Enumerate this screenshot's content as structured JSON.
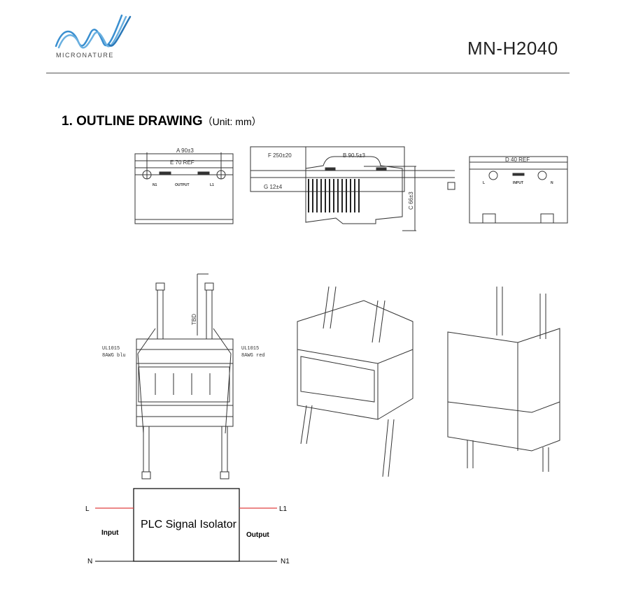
{
  "header": {
    "brand": "MICRONATURE",
    "model": "MN-H2040",
    "brand_color": "#3a8fd0"
  },
  "section": {
    "title": "1. OUTLINE DRAWING",
    "unit": "（Unit: mm）"
  },
  "drawing": {
    "front": {
      "dim_a": "A 90±3",
      "dim_e": "E 70 REF",
      "label": "OUTPUT",
      "left_term": "N1",
      "right_term": "L1"
    },
    "side": {
      "dim_f": "F 250±20",
      "dim_b": "B 90.5±3",
      "dim_g": "G 12±4",
      "dim_c": "C 66±3"
    },
    "back": {
      "dim_d": "D 40 REF",
      "label": "INPUT",
      "left_term": "L",
      "right_term": "N"
    },
    "wiring": {
      "tbd": "TBD",
      "wire_left_1": "UL1015",
      "wire_left_2": "8AWG blu",
      "wire_right_1": "UL1015",
      "wire_right_2": "8AWG red"
    }
  },
  "block_diagram": {
    "box_label": "PLC Signal Isolator",
    "input_label": "Input",
    "output_label": "Output",
    "in_top": "L",
    "in_bottom": "N",
    "out_top": "L1",
    "out_bottom": "N1",
    "line_color": "#e04040"
  }
}
